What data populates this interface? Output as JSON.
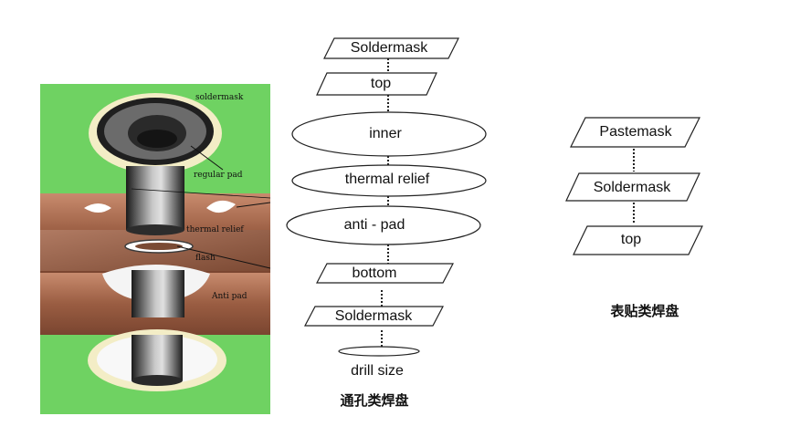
{
  "illustration": {
    "labels": {
      "soldermask": "soldermask",
      "regular_pad": "regular pad",
      "thermal_relief": "thermal relief",
      "flash": "flash",
      "anti_pad": "Anti pad"
    }
  },
  "through_hole_stack": {
    "caption": "通孔类焊盘",
    "layers": {
      "soldermask_top": "Soldermask",
      "top": "top",
      "inner": "inner",
      "thermal_relief": "thermal relief",
      "anti_pad": "anti - pad",
      "bottom": "bottom",
      "soldermask_bottom": "Soldermask",
      "drill_size": "drill size"
    }
  },
  "smd_stack": {
    "caption": "表贴类焊盘",
    "layers": {
      "pastemask": "Pastemask",
      "soldermask": "Soldermask",
      "top": "top"
    }
  }
}
